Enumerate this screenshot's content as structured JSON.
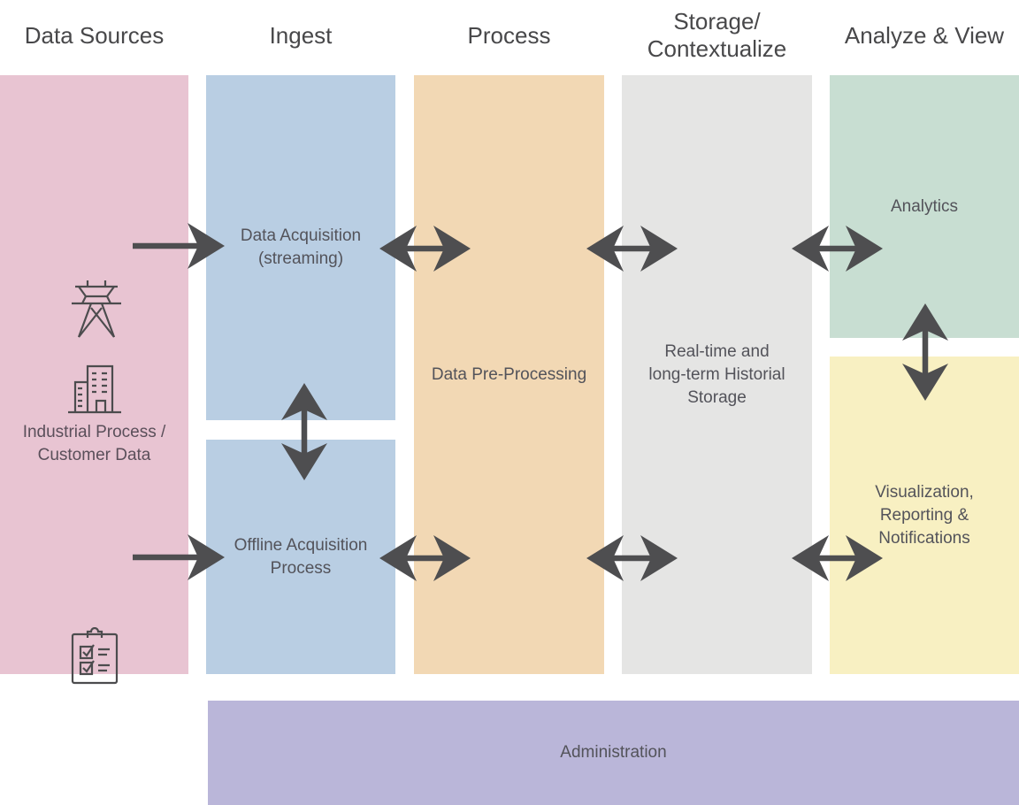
{
  "diagram": {
    "headers": [
      "Data Sources",
      "Ingest",
      "Process",
      "Storage/\nContextualize",
      "Analyze & View"
    ],
    "data_sources": {
      "label": "Industrial Process /\nCustomer Data",
      "icons": [
        "transmission-tower",
        "office-building",
        "checklist-clipboard"
      ]
    },
    "ingest": {
      "streaming_label": "Data Acquisition\n(streaming)",
      "offline_label": "Offline Acquisition\nProcess"
    },
    "process": {
      "label": "Data Pre-Processing"
    },
    "storage": {
      "label": "Real-time and\nlong-term Historial\nStorage"
    },
    "analyze": {
      "analytics_label": "Analytics",
      "visualization_label": "Visualization,\nReporting &\nNotifications"
    },
    "administration": {
      "label": "Administration"
    },
    "colors": {
      "data_sources_bg": "#e8c4d2",
      "ingest_bg": "#b9cee3",
      "process_bg": "#f2d8b4",
      "storage_bg": "#e5e5e4",
      "analytics_bg": "#c8ded2",
      "visualization_bg": "#f8f0c2",
      "administration_bg": "#bab6d9",
      "arrow": "#4e4e50",
      "heading_text": "#48484a",
      "body_text": "#53535a"
    }
  }
}
